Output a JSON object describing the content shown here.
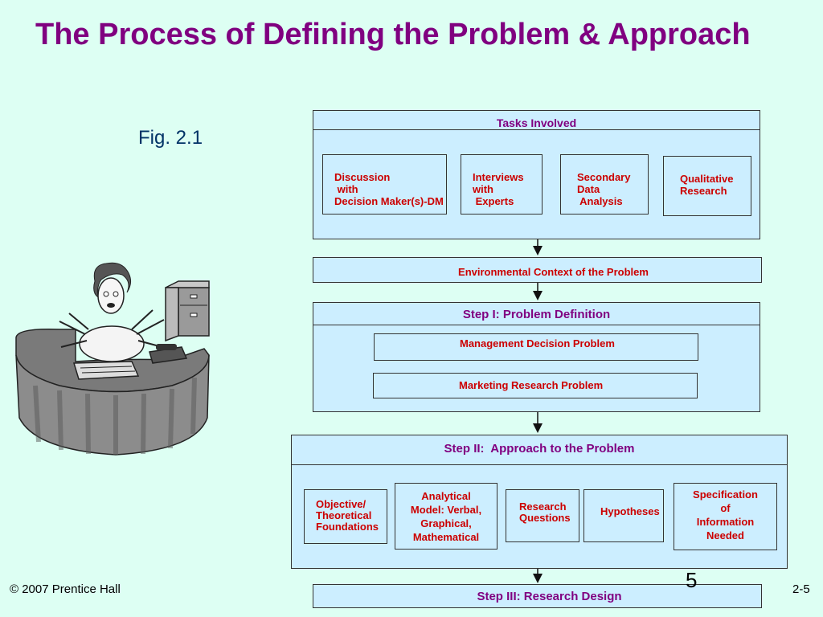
{
  "title": "The Process of Defining the Problem & Approach",
  "fig_label": "Fig. 2.1",
  "footer": {
    "copyright": "© 2007 Prentice Hall",
    "slide_ref": "2-5",
    "page_number": "5"
  },
  "tasks": {
    "title": "Tasks Involved",
    "items": [
      "Discussion\n with\nDecision Maker(s)-DM",
      "Interviews\nwith\n Experts",
      "Secondary\nData\n Analysis",
      "Qualitative\nResearch"
    ]
  },
  "environment": {
    "label": "Environmental Context of the Problem"
  },
  "step1": {
    "title": "Step I: Problem Definition",
    "items": [
      "Management Decision Problem",
      "Marketing Research Problem"
    ]
  },
  "step2": {
    "title": "Step II:  Approach to the Problem",
    "items": [
      "Objective/\nTheoretical\nFoundations",
      "Analytical\nModel: Verbal,\nGraphical,\nMathematical",
      "Research\nQuestions",
      "Hypotheses",
      "Specification\nof\nInformation\nNeeded"
    ]
  },
  "step3": {
    "title": "Step III: Research Design"
  },
  "colors": {
    "title": "#800080",
    "box_text": "#cc0000",
    "panel": "#cceeff",
    "background": "#ddfff3"
  },
  "clipart": {
    "name": "office-worker-at-desk-icon"
  }
}
